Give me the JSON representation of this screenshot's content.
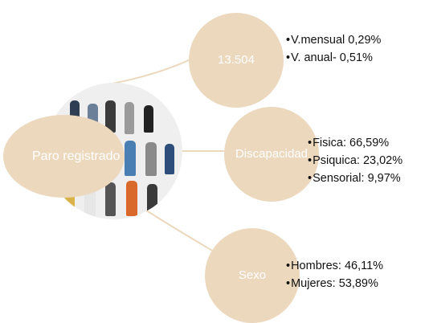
{
  "center": {
    "label": "Paro registrado",
    "icon": "people-photo"
  },
  "branches": [
    {
      "label": "13.504",
      "items": [
        "V.mensual 0,29%",
        "V. anual- 0,51%"
      ]
    },
    {
      "label": "Discapacidad",
      "items": [
        "Fisica: 66,59%",
        "Psiquica: 23,02%",
        "Sensorial: 9,97%"
      ]
    },
    {
      "label": "Sexo",
      "items": [
        "Hombres: 46,11%",
        "Mujeres: 53,89%"
      ]
    }
  ],
  "colors": {
    "node": "#ecd8bd",
    "line": "#ecd8bd",
    "node_text": "#ffffff",
    "bullet_text": "#111111"
  }
}
